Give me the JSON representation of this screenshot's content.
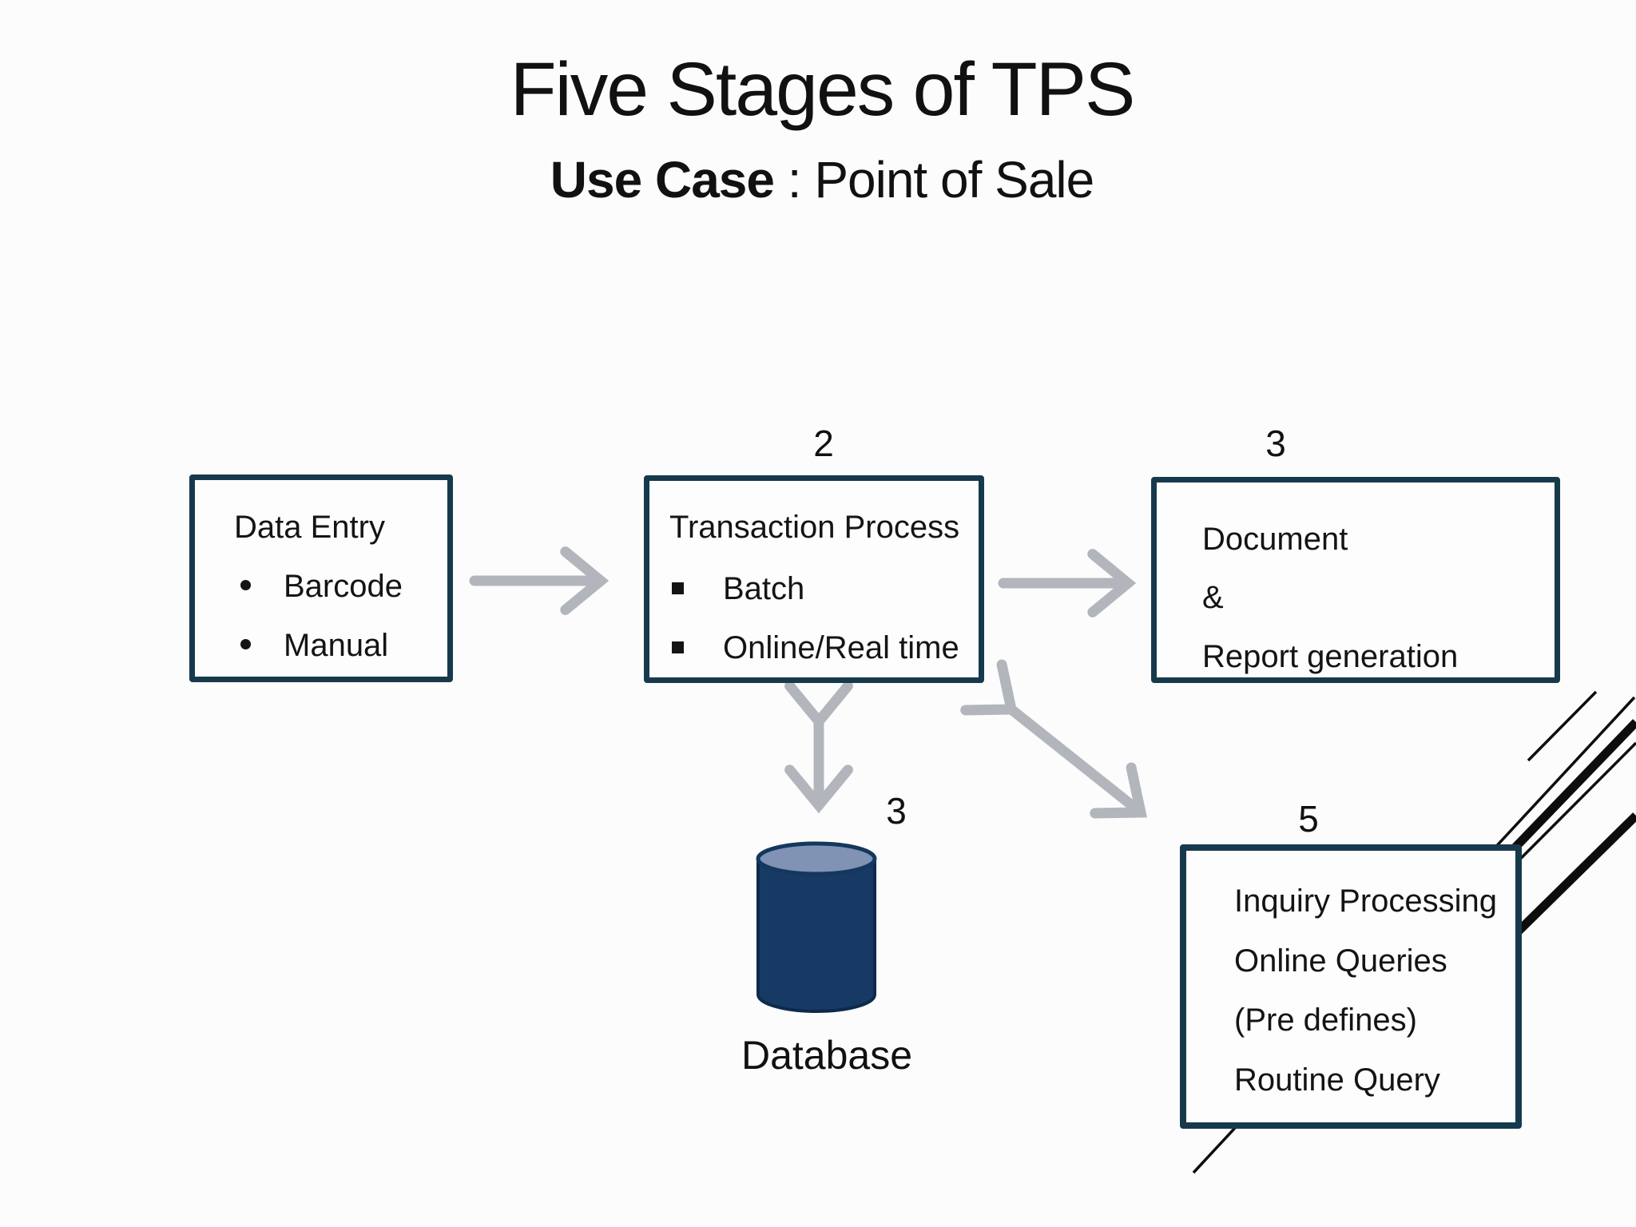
{
  "slide": {
    "title": "Five Stages of TPS",
    "subtitle_bold": "Use Case",
    "subtitle_rest": " : Point of Sale"
  },
  "boxes": {
    "data_entry": {
      "title": "Data Entry",
      "bullets": [
        "Barcode",
        "Manual"
      ]
    },
    "transaction": {
      "number": "2",
      "title": "Transaction Process",
      "bullets": [
        "Batch",
        "Online/Real time"
      ]
    },
    "document": {
      "number": "3",
      "lines": [
        "Document",
        "&",
        "Report generation"
      ]
    },
    "inquiry": {
      "number": "5",
      "lines": [
        "Inquiry Processing",
        "Online Queries",
        "(Pre defines)",
        "Routine Query"
      ]
    },
    "database": {
      "number": "3",
      "label": "Database"
    }
  },
  "colors": {
    "box_border": "#17394c",
    "arrow_gray": "#b2b6bc",
    "database_body": "#163a64",
    "database_top": "#8093b4",
    "text": "#141414",
    "stray_lines": "#0d0d0d"
  }
}
